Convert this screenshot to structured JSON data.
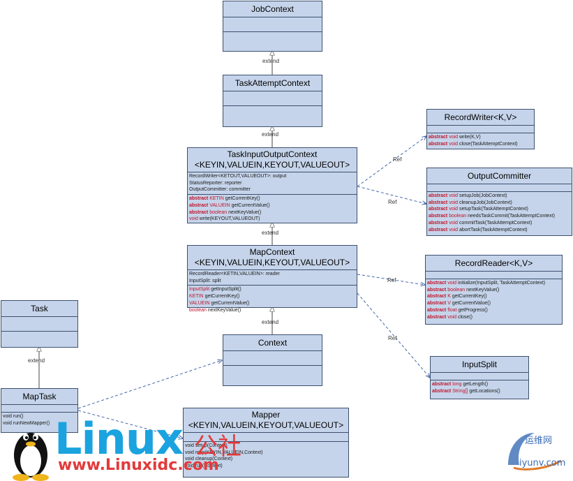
{
  "classes": {
    "job_context": {
      "name": "JobContext",
      "attrs": [],
      "methods": []
    },
    "task_attempt_context": {
      "name": "TaskAttemptContext",
      "attrs": [],
      "methods": []
    },
    "task_input_output_context": {
      "name": "TaskInputOutputContext",
      "generics": "<KEYIN,VALUEIN,KEYOUT,VALUEOUT>",
      "attrs": [
        "RecordWriter<KETOUT,VALUEOUT>: output",
        "StatusReporter: reporter",
        "OutputCommitter: committer"
      ],
      "methods": [
        {
          "mod": "abstract",
          "type": "KETIN",
          "sig": "getCurrentKey()"
        },
        {
          "mod": "abstract",
          "type": "VALUEIN",
          "sig": "getCurrentValue()"
        },
        {
          "mod": "abstract",
          "type": "boolean",
          "sig": "nextKeyValue()"
        },
        {
          "mod": "",
          "type": "void",
          "sig": "write(KEYOUT,VALUEOUT)"
        }
      ]
    },
    "map_context": {
      "name": "MapContext",
      "generics": "<KEYIN,VALUEIN,KEYOUT,VALUEOUT>",
      "attrs": [
        "RecordReader<KETIN,VALUEIN>: reader",
        "InputSplit: split"
      ],
      "methods": [
        {
          "mod": "",
          "type": "InputSplit",
          "sig": "getInputSplit()"
        },
        {
          "mod": "",
          "type": "KETIN",
          "sig": "getCurrentKey()"
        },
        {
          "mod": "",
          "type": "VALUEIN",
          "sig": "getCurrentValue()"
        },
        {
          "mod": "",
          "type": "boolean",
          "sig": "nextKeyValue()"
        }
      ]
    },
    "context": {
      "name": "Context",
      "attrs": [],
      "methods": []
    },
    "task": {
      "name": "Task",
      "attrs": [],
      "methods": []
    },
    "map_task": {
      "name": "MapTask",
      "attrs": [],
      "methods": [
        {
          "mod": "",
          "type": "",
          "sig": "void run()"
        },
        {
          "mod": "",
          "type": "",
          "sig": "void runNewMapper()"
        }
      ]
    },
    "mapper": {
      "name": "Mapper",
      "generics": "<KEYIN,VALUEIN,KEYOUT,VALUEOUT>",
      "attrs": [],
      "methods": [
        {
          "mod": "",
          "type": "",
          "sig": "void setup(Context)"
        },
        {
          "mod": "",
          "type": "",
          "sig": "void map(KEYIN,VALUEIN,Context)"
        },
        {
          "mod": "",
          "type": "",
          "sig": "void cleanup(Context)"
        },
        {
          "mod": "",
          "type": "",
          "sig": "void run(Context)"
        }
      ]
    },
    "record_writer": {
      "name": "RecordWriter<K,V>",
      "attrs": [],
      "methods": [
        {
          "mod": "abstract",
          "type": "void",
          "sig": "write(K,V)"
        },
        {
          "mod": "abstract",
          "type": "void",
          "sig": "close(TaskAttemptContext)"
        }
      ]
    },
    "output_committer": {
      "name": "OutputCommitter",
      "attrs": [],
      "methods": [
        {
          "mod": "abstract",
          "type": "void",
          "sig": "setupJob(JobContext)"
        },
        {
          "mod": "abstract",
          "type": "void",
          "sig": "cleanupJob(JobContext)"
        },
        {
          "mod": "abstract",
          "type": "void",
          "sig": "setupTask(TaskAttemptContext)"
        },
        {
          "mod": "abstract",
          "type": "boolean",
          "sig": "needsTaskCommit(TaskAttemptContext)"
        },
        {
          "mod": "abstract",
          "type": "void",
          "sig": "commitTask(TaskAttemptContext)"
        },
        {
          "mod": "abstract",
          "type": "void",
          "sig": "abortTask(TaskAttemptContext)"
        }
      ]
    },
    "record_reader": {
      "name": "RecordReader<K,V>",
      "attrs": [],
      "methods": [
        {
          "mod": "abstract",
          "type": "void",
          "sig": "initialize(InputSplit, TaskAttemptContext)"
        },
        {
          "mod": "abstract",
          "type": "boolean",
          "sig": "nextKeyValue()"
        },
        {
          "mod": "abstract",
          "type": "K",
          "sig": "getCurrentKey()"
        },
        {
          "mod": "abstract",
          "type": "V",
          "sig": "getCurrentValue()"
        },
        {
          "mod": "abstract",
          "type": "float",
          "sig": "getProgress()"
        },
        {
          "mod": "abstract",
          "type": "void",
          "sig": "close()"
        }
      ]
    },
    "input_split": {
      "name": "InputSplit",
      "attrs": [],
      "methods": [
        {
          "mod": "abstract",
          "type": "long",
          "sig": "getLength()"
        },
        {
          "mod": "abstract",
          "type": "String[]",
          "sig": "getLocations()"
        }
      ]
    }
  },
  "relations": {
    "extend_label": "extend",
    "ref_label": "Ref"
  },
  "watermark": {
    "logo": "Linux",
    "logo_cn": "公社",
    "url": "www.Linuxidc.com",
    "site_cn": "运维网",
    "site_url": "iyunv.com"
  },
  "colors": {
    "box_fill": "#c5d4ea",
    "box_border": "#3c4f6e",
    "keyword": "#c0142a",
    "logo_blue": "#1aa3df",
    "logo_red": "#e23a3a"
  }
}
